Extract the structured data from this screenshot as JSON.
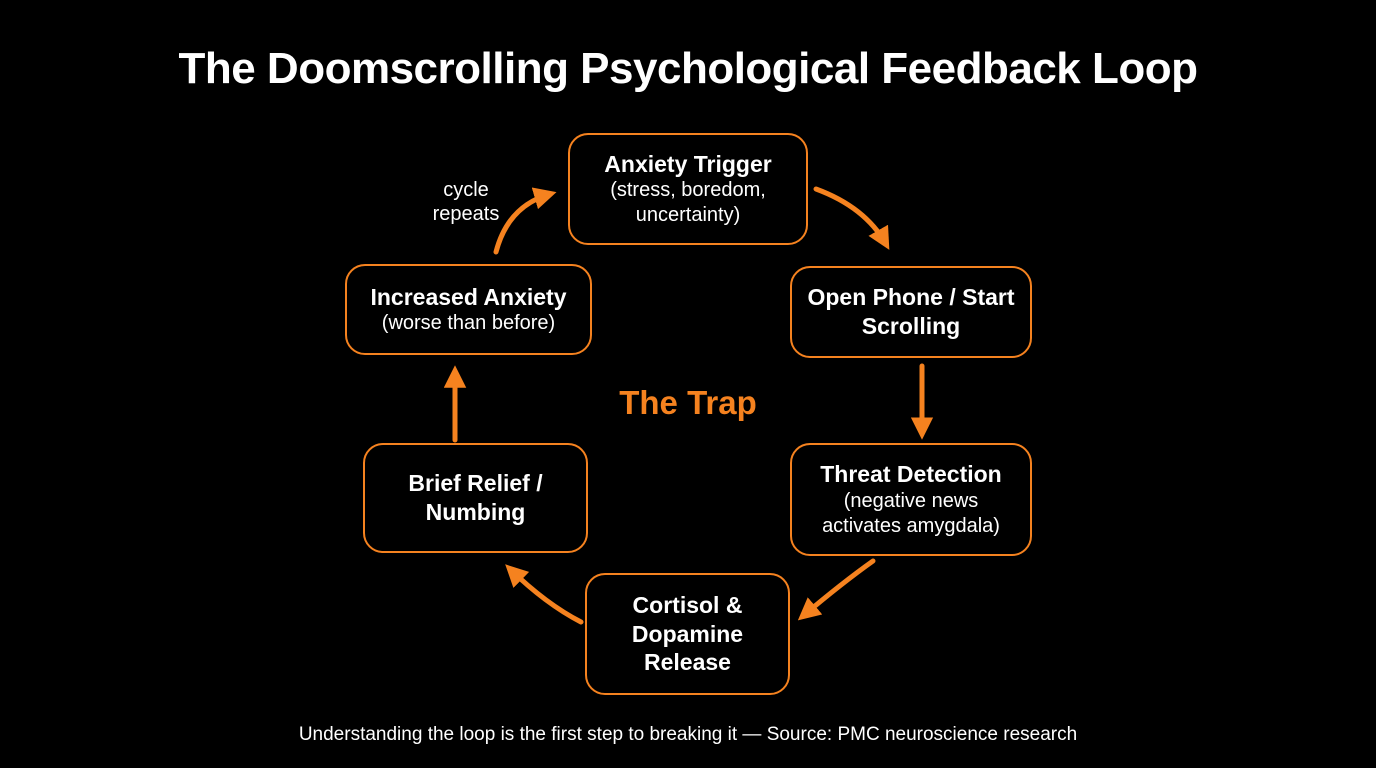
{
  "page": {
    "title": "The Doomscrolling Psychological Feedback Loop",
    "center_label": "The Trap",
    "cycle_label_line1": "cycle",
    "cycle_label_line2": "repeats",
    "footer": "Understanding the loop is the first step to breaking it — Source: PMC neuroscience research"
  },
  "colors": {
    "accent": "#F5821F",
    "background": "#000000",
    "text": "#FFFFFF"
  },
  "nodes": [
    {
      "id": "anxiety-trigger",
      "title": "Anxiety Trigger",
      "subtitle": "(stress, boredom, uncertainty)"
    },
    {
      "id": "open-phone",
      "title": "Open Phone / Start Scrolling",
      "subtitle": ""
    },
    {
      "id": "threat-detection",
      "title": "Threat Detection",
      "subtitle": "(negative news activates amygdala)"
    },
    {
      "id": "cortisol-dopamine-release",
      "title": "Cortisol & Dopamine Release",
      "subtitle": ""
    },
    {
      "id": "brief-relief-numbing",
      "title": "Brief Relief / Numbing",
      "subtitle": ""
    },
    {
      "id": "increased-anxiety",
      "title": "Increased Anxiety",
      "subtitle": "(worse than before)"
    }
  ]
}
